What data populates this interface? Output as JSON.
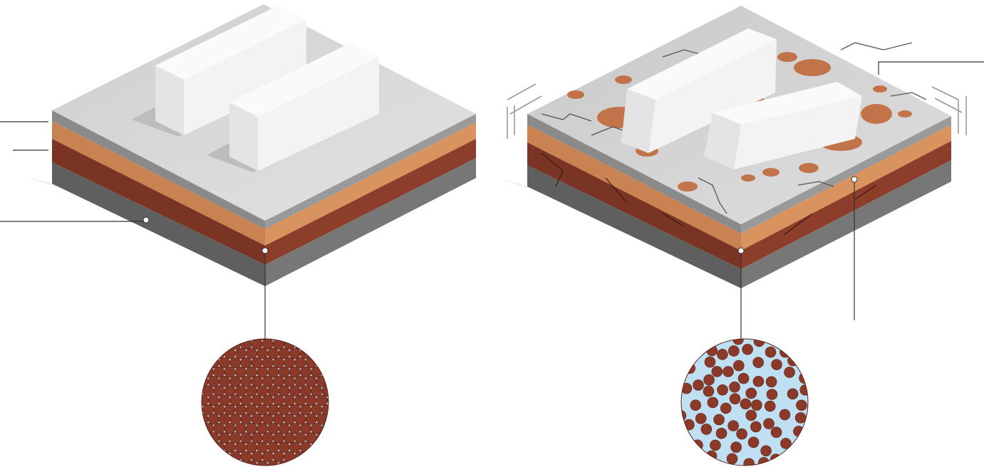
{
  "panels": [
    {
      "id": "before",
      "state": "stable-ground",
      "buildings": 2,
      "buildings_upright": true,
      "soil_layers": [
        "surface",
        "upper-soil",
        "lower-soil",
        "bedrock"
      ],
      "callout_lines": 3,
      "grain_view": {
        "packing": "dense",
        "pore_water": "minimal"
      }
    },
    {
      "id": "after",
      "state": "liquefied-ground",
      "buildings": 2,
      "buildings_upright": false,
      "features": [
        "cracks",
        "sand-boils",
        "shaking-lines"
      ],
      "callout_lines": 2,
      "grain_view": {
        "packing": "loose",
        "pore_water": "abundant"
      }
    }
  ],
  "colors": {
    "ground_top": "#d9d9d9",
    "upper_soil": "#c98352",
    "lower_soil": "#7a3423",
    "bedrock": "#6b6b6b",
    "shadow": "#e9e9e9",
    "grain": "#8b3a2a",
    "grain_outline": "#5c2217",
    "pore_water": "#bfe0f2",
    "sand_boil": "#c0693b",
    "building": "#f1f1f1",
    "leader_line": "#333333"
  }
}
